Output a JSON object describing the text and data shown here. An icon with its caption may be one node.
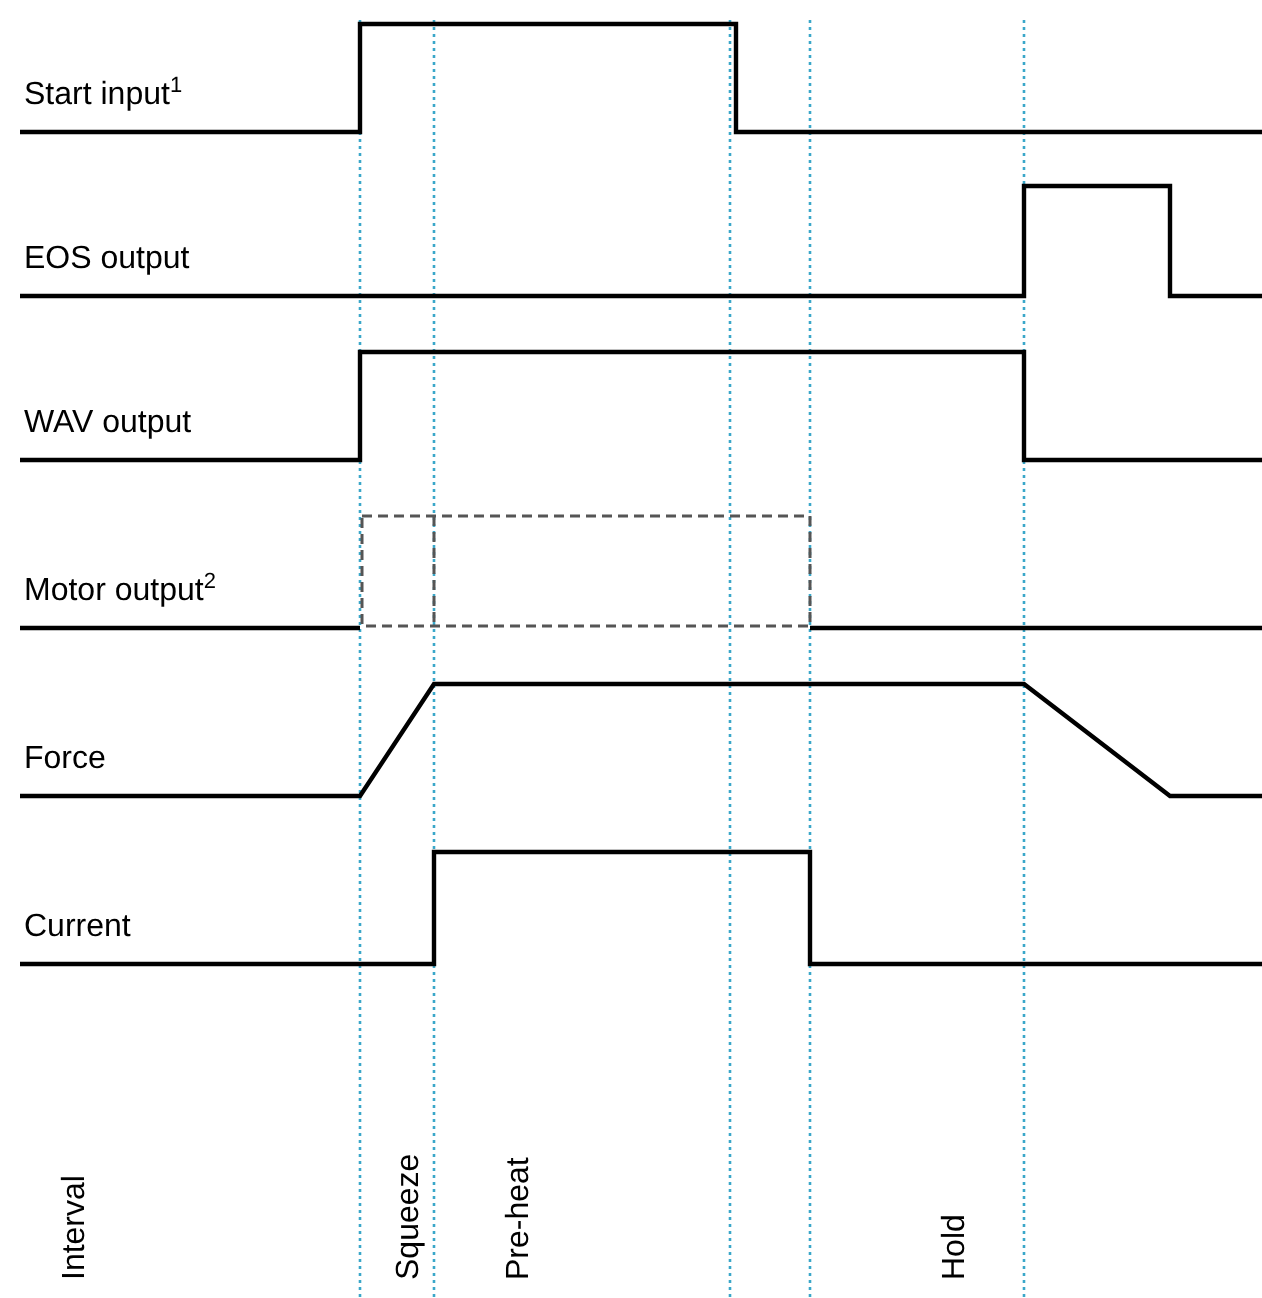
{
  "diagram": {
    "labels": [
      "Start input$^{1}$",
      "EOS output",
      "WAV output",
      "Motor output$^{2}$",
      "Force",
      "Current",
      "Interval",
      "Squeeze",
      "Pre-heat",
      "Hold"
    ]
  }
}
